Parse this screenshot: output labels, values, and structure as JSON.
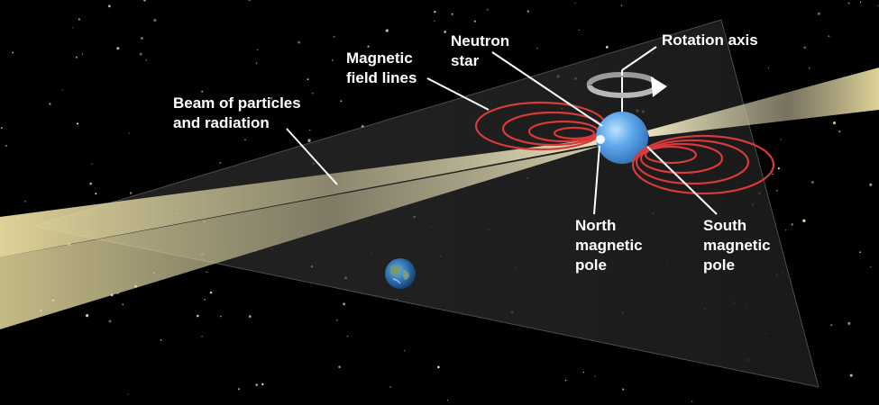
{
  "labels": {
    "neutron_star": [
      "Neutron",
      "star"
    ],
    "rotation_axis": [
      "Rotation axis"
    ],
    "magnetic_field_lines": [
      "Magnetic",
      "field lines"
    ],
    "beam": [
      "Beam of particles",
      "and radiation"
    ],
    "north_pole": [
      "North",
      "magnetic",
      "pole"
    ],
    "south_pole": [
      "South",
      "magnetic",
      "pole"
    ]
  },
  "colors": {
    "background": "#000000",
    "plane": "#2a2a2a",
    "beam": "#f3e6a3",
    "field_lines": "#d83a3a",
    "star": "#4b9be0",
    "leader_lines": "#ffffff",
    "rotation_arrow": "#b8b8b8"
  },
  "icons": {
    "star": "neutron-star-sphere",
    "earth": "earth-globe",
    "rotation": "circular-rotation-arrow"
  }
}
